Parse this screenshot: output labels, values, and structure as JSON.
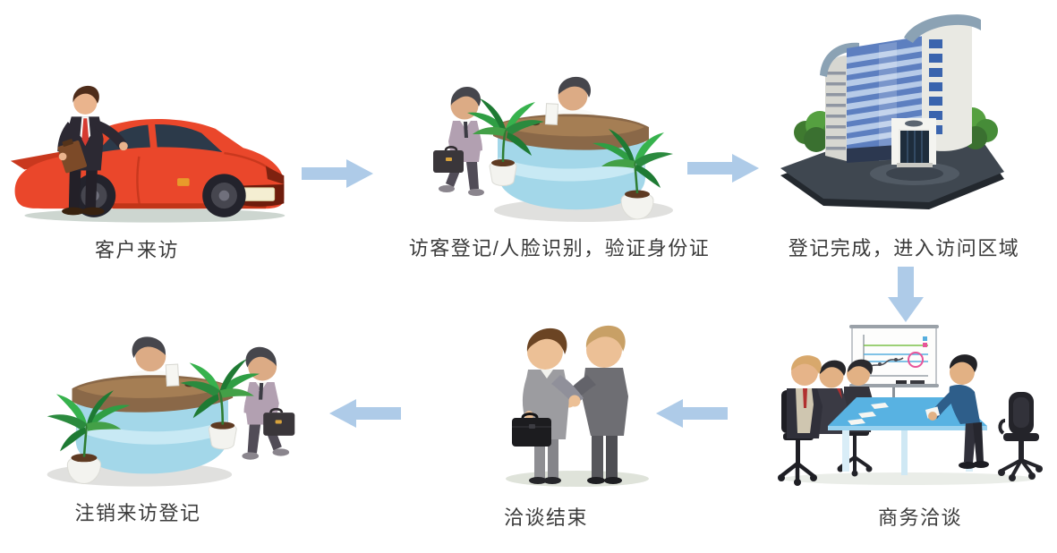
{
  "colors": {
    "background": "#ffffff",
    "arrow": "#aecbe8",
    "label": "#3b3b3b"
  },
  "flow": {
    "steps": [
      {
        "id": "customer-visit",
        "label": "客户来访",
        "illustration": "man-with-red-car"
      },
      {
        "id": "visitor-register",
        "label": "访客登记/人脸识别，验证身份证",
        "illustration": "reception-desk"
      },
      {
        "id": "enter-area",
        "label": "登记完成，进入访问区域",
        "illustration": "office-building"
      },
      {
        "id": "business-talk",
        "label": "商务洽谈",
        "illustration": "meeting-room"
      },
      {
        "id": "talk-finished",
        "label": "洽谈结束",
        "illustration": "handshake"
      },
      {
        "id": "deregister",
        "label": "注销来访登记",
        "illustration": "reception-desk-mirrored"
      }
    ],
    "arrows": [
      {
        "from": "customer-visit",
        "to": "visitor-register",
        "direction": "right"
      },
      {
        "from": "visitor-register",
        "to": "enter-area",
        "direction": "right"
      },
      {
        "from": "enter-area",
        "to": "business-talk",
        "direction": "down"
      },
      {
        "from": "business-talk",
        "to": "talk-finished",
        "direction": "left"
      },
      {
        "from": "talk-finished",
        "to": "deregister",
        "direction": "left"
      }
    ]
  }
}
